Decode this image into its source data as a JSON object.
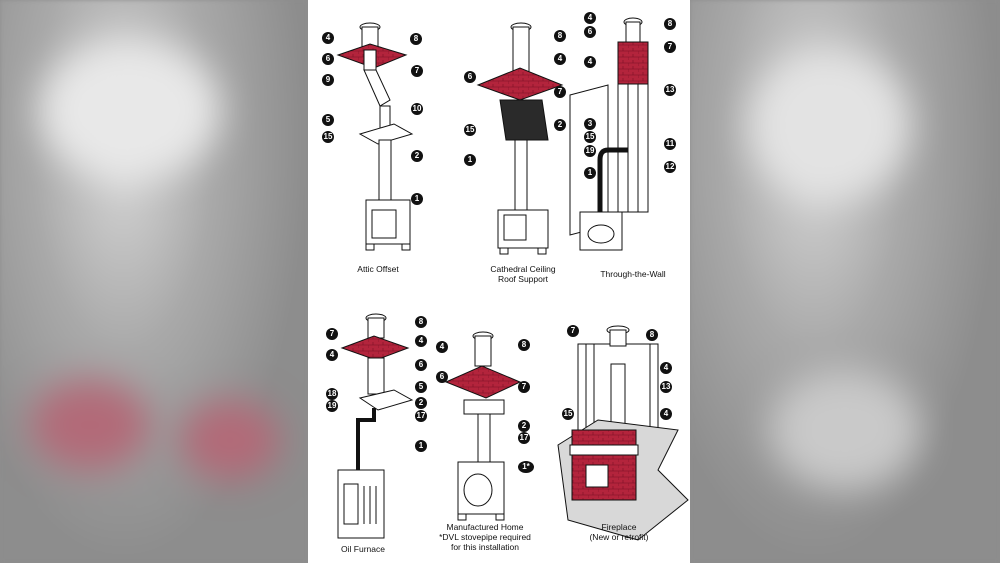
{
  "colors": {
    "brick": "#b3243c",
    "ink": "#111111",
    "panel": "#ffffff",
    "backdrop": "#8e8e8e"
  },
  "captions": {
    "attic": "Attic Offset",
    "cathedral_line1": "Cathedral Ceiling",
    "cathedral_line2": "Roof Support",
    "wall": "Through-the-Wall",
    "furnace": "Oil Furnace",
    "manufactured_line1": "Manufactured Home",
    "manufactured_line2": "*DVL stovepipe required",
    "manufactured_line3": "for this installation",
    "fireplace_line1": "Fireplace",
    "fireplace_line2": "(New or retrofit)"
  },
  "callouts": {
    "attic": [
      "8",
      "4",
      "6",
      "7",
      "9",
      "10",
      "5",
      "15",
      "2",
      "1"
    ],
    "cathedral": [
      "8",
      "4",
      "6",
      "7",
      "15",
      "2",
      "1"
    ],
    "wall": [
      "4",
      "8",
      "6",
      "7",
      "4",
      "13",
      "3",
      "15",
      "19",
      "11",
      "1",
      "12"
    ],
    "furnace": [
      "8",
      "7",
      "4",
      "4",
      "6",
      "5",
      "18",
      "2",
      "19",
      "17",
      "1"
    ],
    "manufactured": [
      "4",
      "8",
      "6",
      "7",
      "2",
      "17",
      "1*"
    ],
    "fireplace": [
      "7",
      "8",
      "4",
      "13",
      "15",
      "4"
    ]
  }
}
